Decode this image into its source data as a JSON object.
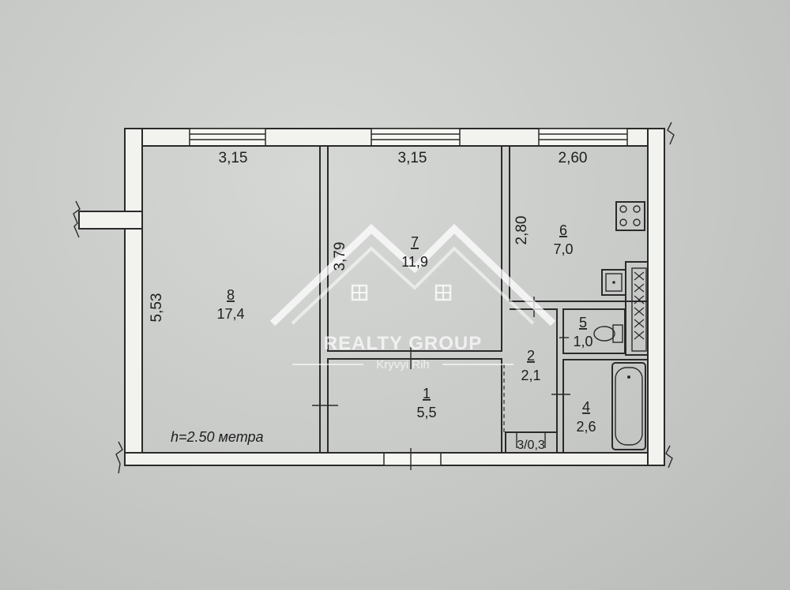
{
  "floor_plan": {
    "ceiling_note": "h=2.50 метра",
    "dimensions": {
      "room8_width": "3,15",
      "room7_width": "3,15",
      "room6_width": "2,60",
      "room8_length": "5,53",
      "room7_length": "3,79",
      "room6_length": "2,80"
    },
    "rooms": [
      {
        "number": "8",
        "area": "17,4"
      },
      {
        "number": "7",
        "area": "11,9"
      },
      {
        "number": "6",
        "area": "7,0"
      },
      {
        "number": "5",
        "area": "1,0"
      },
      {
        "number": "4",
        "area": "2,6"
      },
      {
        "number": "2",
        "area": "2,1"
      },
      {
        "number": "1",
        "area": "5,5"
      },
      {
        "label": "3/0,3"
      }
    ]
  },
  "watermark": {
    "brand": "REALTY GROUP",
    "city": "Kryvyi Rih"
  }
}
